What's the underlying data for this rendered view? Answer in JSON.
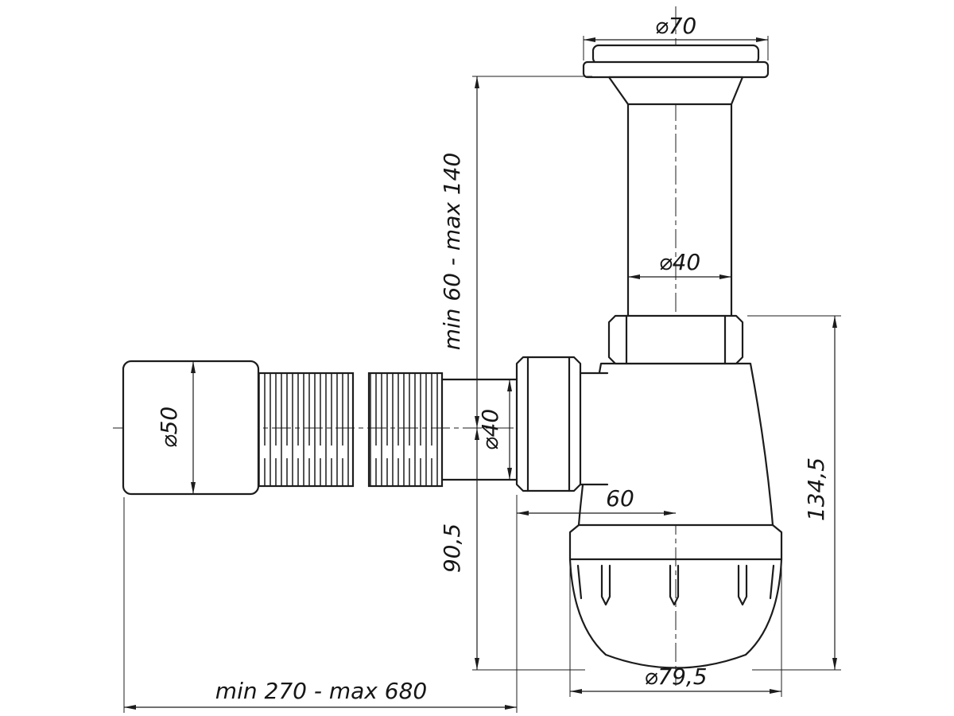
{
  "drawing": {
    "background": "#ffffff",
    "line_color": "#1c1c1c",
    "labels": {
      "flange_diameter": "⌀70",
      "pipe_diameter": "⌀40",
      "adjustable_height": "min 60 - max 140",
      "trap_height": "134,5",
      "outlet_end_diameter": "⌀50",
      "outlet_pipe_diameter": "⌀40",
      "axis_to_bottom": "90,5",
      "inlet_offset": "60",
      "cup_diameter": "⌀79,5",
      "adjustable_length": "min 270 - max 680"
    }
  }
}
